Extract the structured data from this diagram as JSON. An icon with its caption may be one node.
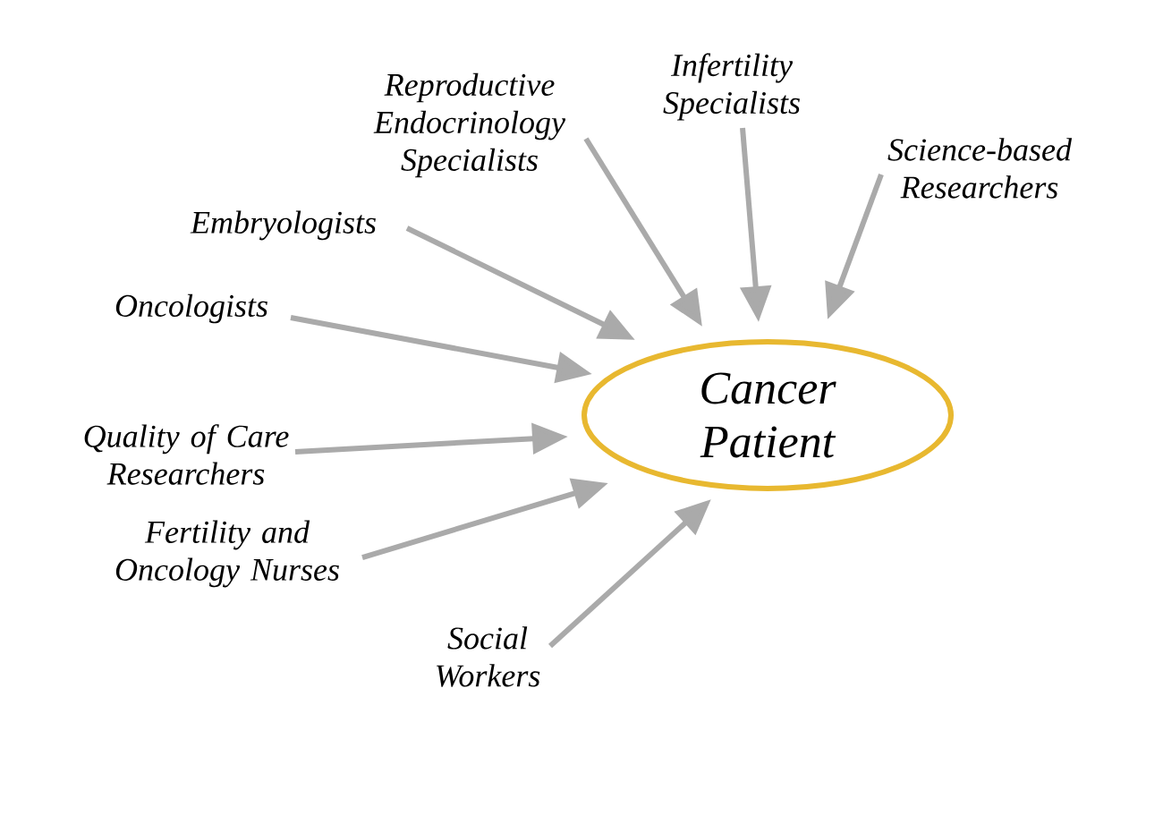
{
  "diagram": {
    "nodes": [
      {
        "text": [
          "Cancer Patient"
        ]
      },
      {
        "text": [
          "Reproductive Endocrinology Specialists"
        ]
      },
      {
        "text": [
          "Infertility Specialists"
        ]
      },
      {
        "text": [
          "Science-based Researchers"
        ]
      },
      {
        "text": [
          "Embryologists"
        ]
      },
      {
        "text": [
          "Oncologists"
        ]
      },
      {
        "text": [
          "Quality of Care Researchers"
        ]
      },
      {
        "text": [
          "Fertility and Oncology Nurses"
        ]
      },
      {
        "text": [
          "Social Workers"
        ]
      }
    ],
    "edges": [
      {
        "from": 1,
        "to": 0,
        "arrow": "to"
      },
      {
        "from": 2,
        "to": 0,
        "arrow": "to"
      },
      {
        "from": 3,
        "to": 0,
        "arrow": "to"
      },
      {
        "from": 4,
        "to": 0,
        "arrow": "to"
      },
      {
        "from": 5,
        "to": 0,
        "arrow": "to"
      },
      {
        "from": 6,
        "to": 0,
        "arrow": "to"
      },
      {
        "from": 7,
        "to": 0,
        "arrow": "to"
      },
      {
        "from": 8,
        "to": 0,
        "arrow": "to"
      }
    ]
  }
}
